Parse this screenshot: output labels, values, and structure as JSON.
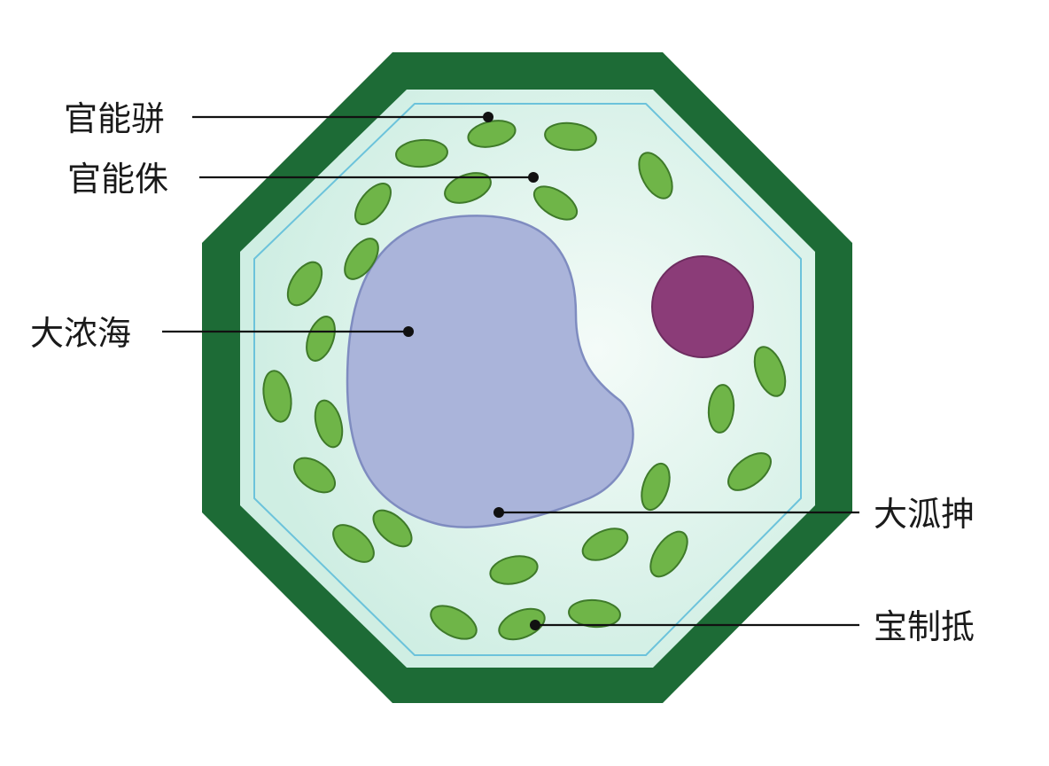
{
  "colors": {
    "wall": "#1d6b36",
    "cytoplasm": "#cfeee3",
    "cytoplasm_center": "#f4fbf8",
    "membrane": "#6cc3db",
    "vacuole": "#aab4da",
    "vacuole_edge": "#7f8cc0",
    "nucleus": "#8b3c78",
    "chloroplast": "#6fb548",
    "chloroplast_edge": "#3f7a2a",
    "leader_line": "#111111"
  },
  "labels": {
    "cell_wall": "官能骈",
    "cell_membrane": "官能侏",
    "vacuole": "大浓海",
    "cytoplasm": "大泒抻",
    "chloroplast": "宝制抵"
  }
}
